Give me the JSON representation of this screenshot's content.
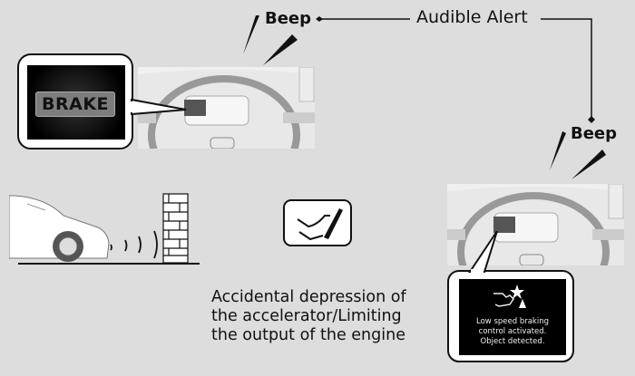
{
  "title": "Low speed braking control audible alert diagram",
  "labels": {
    "beep_top": "Beep",
    "beep_right": "Beep",
    "audible_alert": "Audible Alert",
    "brake": "BRAKE",
    "caption": "Accidental depression of\nthe accelerator/Limiting\nthe output of the engine",
    "display_message": "Low speed braking\ncontrol activated.\nObject detected."
  },
  "icons": {
    "pedal": "accelerator-pedal-icon",
    "collision": "collision-warning-icon",
    "car": "car-illustration",
    "wall": "brick-wall",
    "sensor_waves": "sonar-waves"
  },
  "colors": {
    "background": "#dcdddc",
    "display_bg": "#000000",
    "brake_badge": "#7d7d7d"
  }
}
